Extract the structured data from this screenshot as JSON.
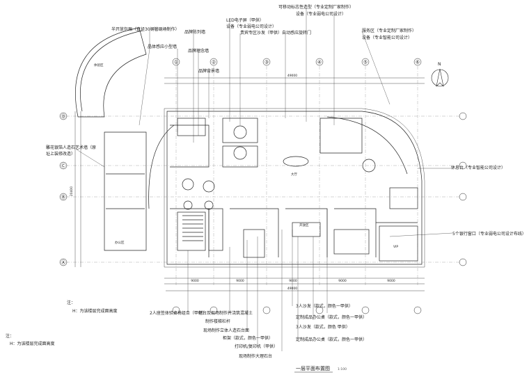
{
  "drawing": {
    "title": "一层平面布置图",
    "scale": "1:100",
    "north": "N"
  },
  "grid": {
    "columns": [
      "①",
      "②",
      "③",
      "④",
      "⑤",
      "⑥"
    ],
    "rows": [
      "Ⓐ",
      "Ⓑ",
      "Ⓒ",
      "Ⓓ"
    ]
  },
  "callouts_top": [
    "半开放包厢（直径30钢管现场制作）",
    "品牌陈列墙",
    "品牌理念墙",
    "品牌背景墙",
    "晶体感应小型墙",
    "LED电子屏（甲供）",
    "设备（专业弱电公司设计）",
    "贵宾专区沙发（甲供）",
    "自动感应旋转门",
    "可移动标志性造型（专业定制厂家制作）",
    "设备（专业弱电公司设计）",
    "服务区（专业定制厂家制作）",
    "设备（专业智能公司设计）"
  ],
  "callouts_left": [
    "雕花银箔人造石艺术墙（原",
    "址上装修改造）"
  ],
  "callouts_right": [
    "休息台（专业智能公司设计）",
    "5个银行窗口（专业弱电公司设计布线）"
  ],
  "callouts_bottom": [
    "2人座签体验桌椅组合（甲供）",
    "吧台及现场制作并浇筑混凝土",
    "制作楼梯栏杆",
    "现场制作立体人造石台面",
    "柜架（款式，颜色一甲供）",
    "打印机/复印机（甲供）",
    "现场制作大理石台",
    "3人沙发（款式，颜色一甲供）",
    "定制成品办公桌（款式，颜色一甲供）",
    "3人沙发（款式，颜色 甲供）",
    "定制成品办公桌（款式，颜色一甲供）"
  ],
  "room_labels": [
    "大厅",
    "VIP",
    "体验区",
    "开放区",
    "办公区"
  ],
  "dimensions": {
    "overall": "49000",
    "spans": [
      "9000",
      "9000",
      "9000",
      "9000",
      "9000"
    ],
    "left_height": "20400"
  },
  "notes": [
    "注：",
    "H：为该楼层完成面高度"
  ],
  "icons": [
    "north-arrow-icon"
  ],
  "colors": {
    "line": "#222222",
    "light": "#777777"
  }
}
